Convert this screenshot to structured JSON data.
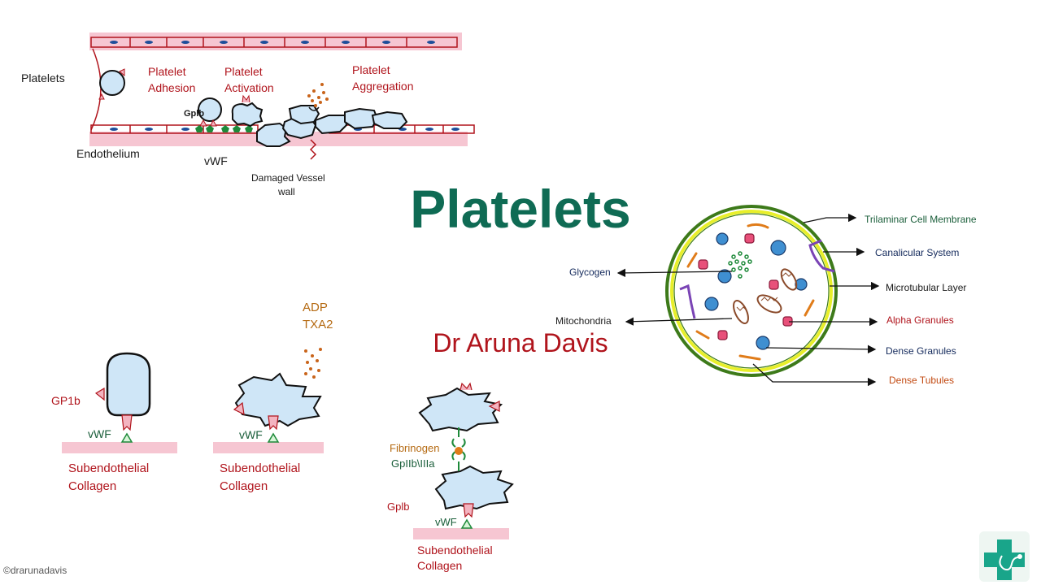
{
  "title": "Platelets",
  "author": "Dr Aruna Davis",
  "copyright": "©drarunadavis",
  "colors": {
    "title": "#0f6b54",
    "author": "#b0141c",
    "red_label": "#b0141c",
    "orange_label": "#b56a12",
    "green_label": "#1a5e3a",
    "navy_label": "#142a5c",
    "platelet_fill": "#cfe6f7",
    "vessel_pink": "#f6c6d2"
  },
  "vessel": {
    "platelets_label": "Platelets",
    "endothelium_label": "Endothelium",
    "stage1_line1": "Platelet",
    "stage1_line2": "Adhesion",
    "stage2_line1": "Platelet",
    "stage2_line2": "Activation",
    "stage3_line1": "Platelet",
    "stage3_line2": "Aggregation",
    "gplb_label": "Gplb",
    "vwf_label": "vWF",
    "damaged_line1": "Damaged Vessel",
    "damaged_line2": "wall"
  },
  "panels": {
    "adhesion": {
      "gp1b": "GP1b",
      "vwf": "vWF",
      "collagen_line1": "Subendothelial",
      "collagen_line2": "Collagen"
    },
    "activation": {
      "adp": "ADP",
      "txa2": "TXA2",
      "vwf": "vWF",
      "collagen_line1": "Subendothelial",
      "collagen_line2": "Collagen"
    },
    "aggregation": {
      "fibrinogen": "Fibrinogen",
      "gpiib": "GpIIb\\IIIa",
      "gplb": "Gplb",
      "vwf": "vWF",
      "collagen_line1": "Subendothelial",
      "collagen_line2": "Collagen"
    }
  },
  "structure": {
    "trilaminar": "Trilaminar Cell Membrane",
    "canalicular": "Canalicular System",
    "microtubular": "Microtubular Layer",
    "alpha": "Alpha Granules",
    "dense_granules": "Dense Granules",
    "dense_tubules": "Dense Tubules",
    "glycogen": "Glycogen",
    "mitochondria": "Mitochondria"
  },
  "icons": [
    "logo-icon"
  ]
}
